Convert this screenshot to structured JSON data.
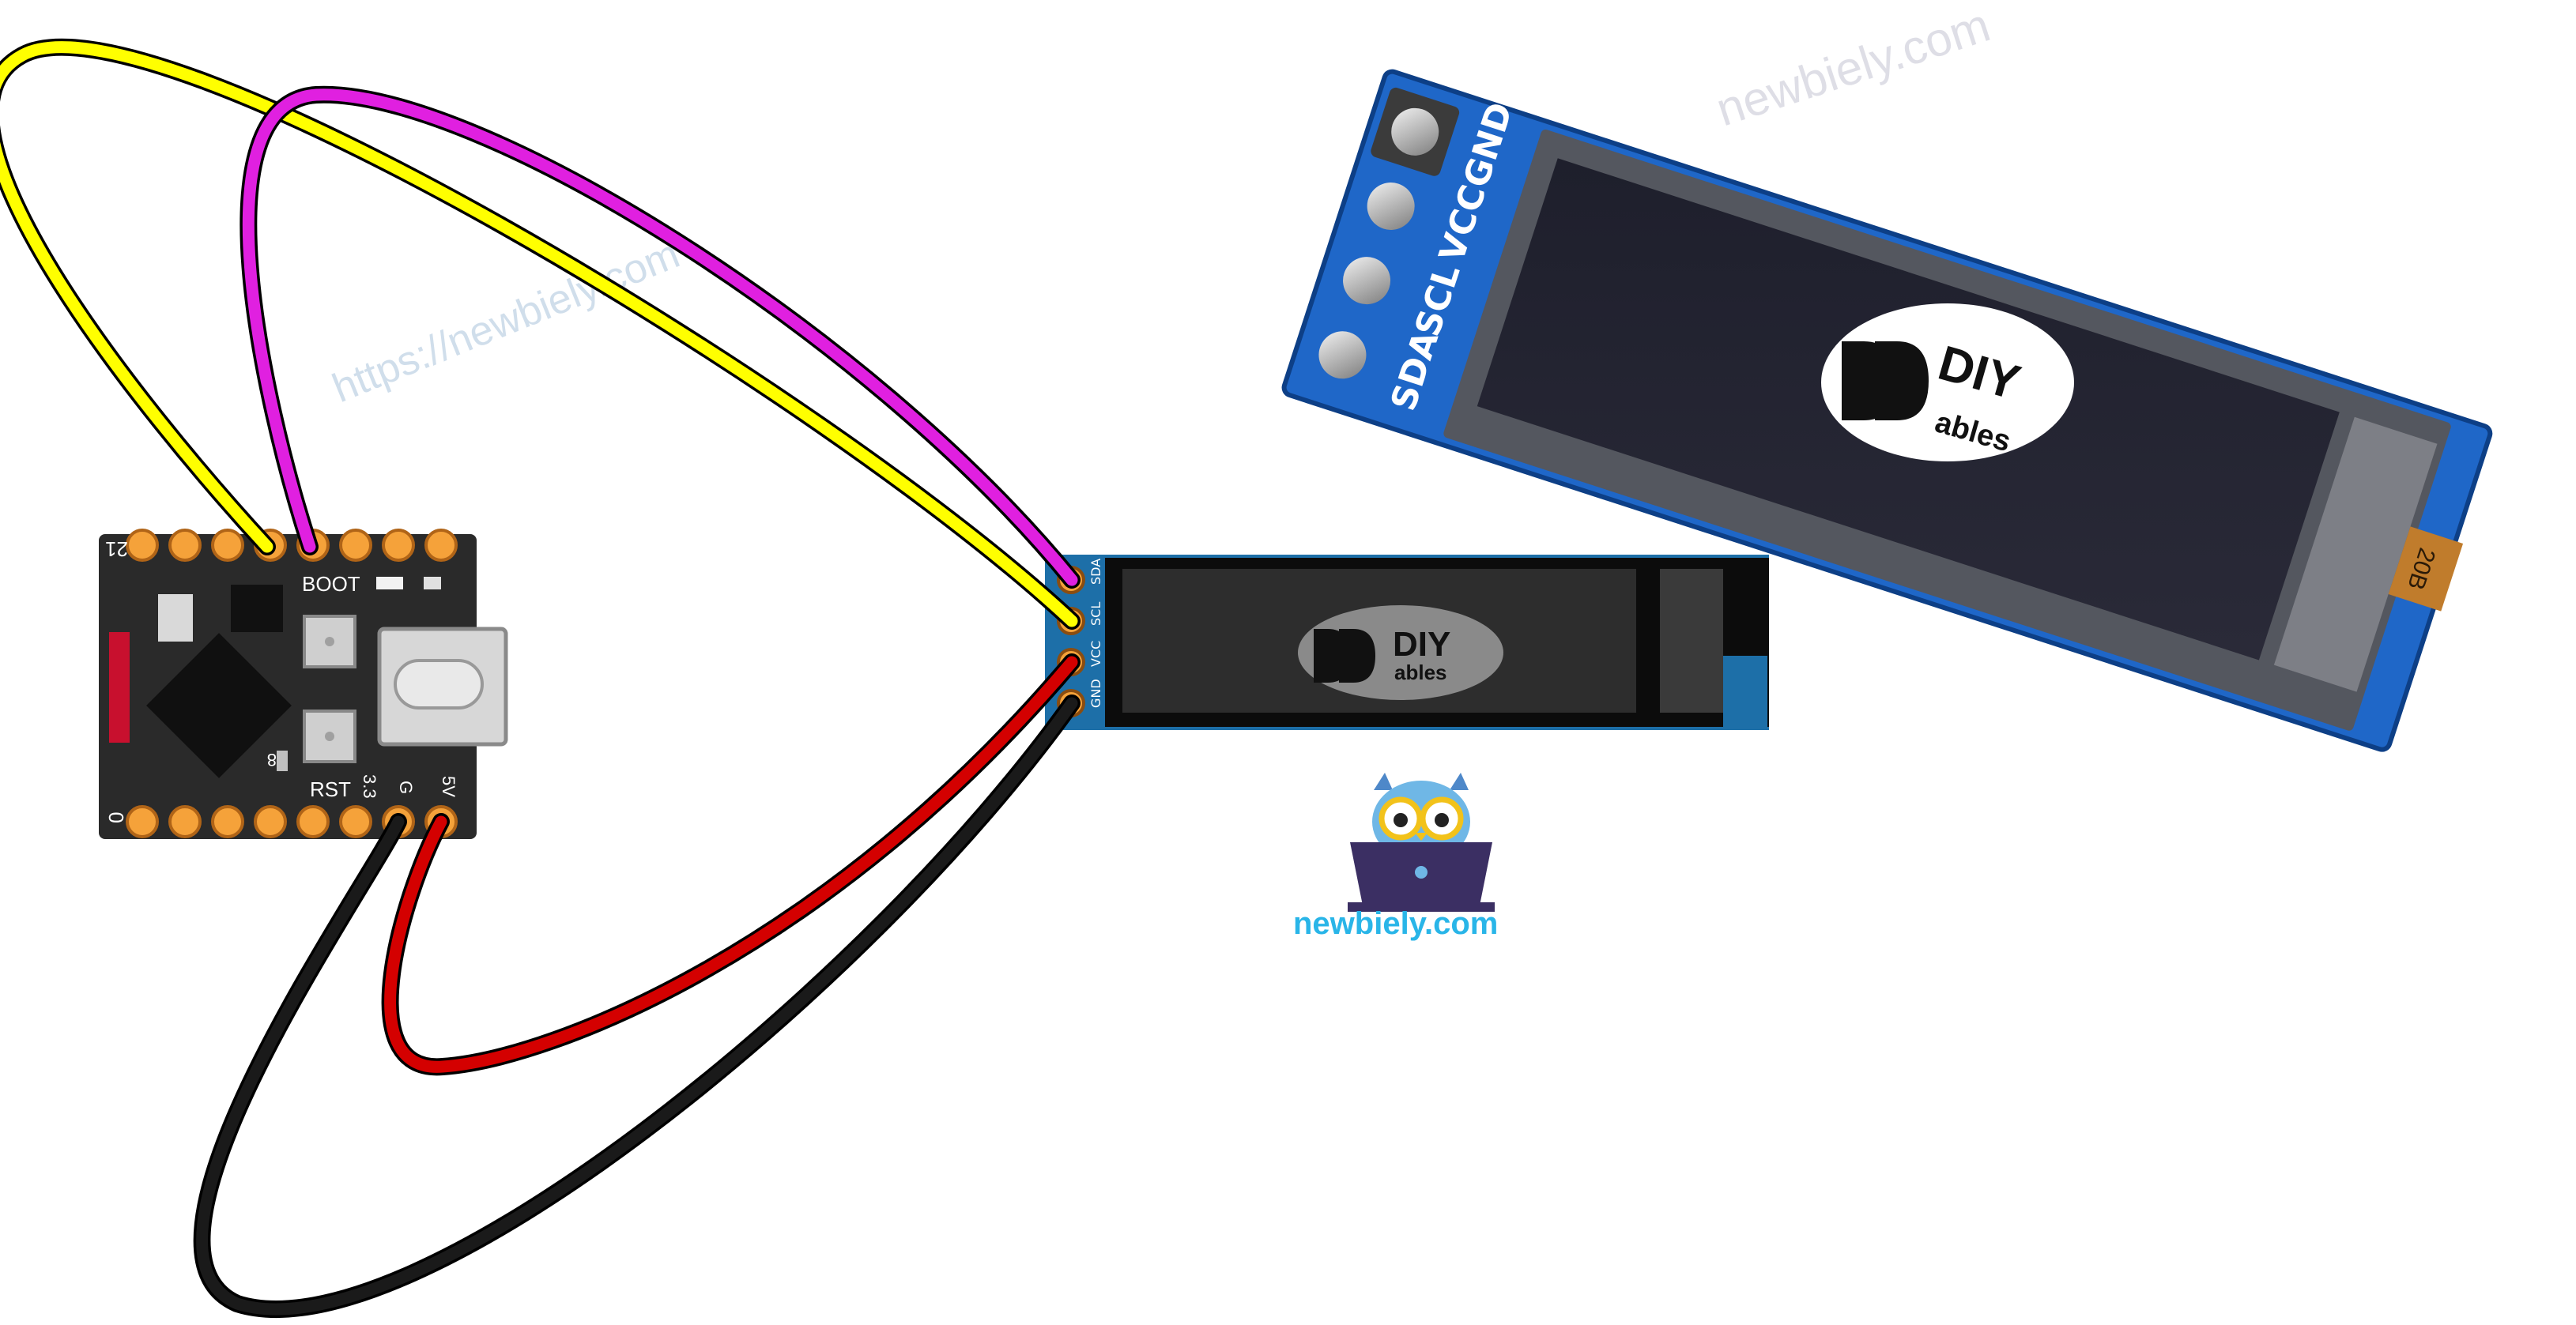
{
  "board": {
    "pin_label_top_left": "21",
    "pin_label_bottom_left": "0",
    "boot_label": "BOOT",
    "rst_label": "RST",
    "pin_3v3_label": "3.3",
    "pin_g_label": "G",
    "pin_5v_label": "5V",
    "led_label": "8"
  },
  "oled_small": {
    "pins": [
      "SDA",
      "SCL",
      "VCC",
      "GND"
    ],
    "logo_main": "DIY",
    "logo_sub": "ables"
  },
  "oled_photo": {
    "pins": [
      "GND",
      "VCC",
      "SCL",
      "SDA"
    ],
    "logo_main": "DIY",
    "logo_sub": "ables",
    "ribbon_label": "20B"
  },
  "watermarks": {
    "url": "https://newbiely.com",
    "photo": "newbiely.com"
  },
  "brand": {
    "name": "newbiely.com",
    "color": "#29b5e8"
  },
  "wire_colors": {
    "sda": "#e020e0",
    "scl": "#ffff00",
    "vcc": "#d40000",
    "gnd": "#1a1a1a"
  },
  "icons": [
    "owl-mascot-icon",
    "diyables-logo-icon",
    "usb-c-port-icon"
  ]
}
